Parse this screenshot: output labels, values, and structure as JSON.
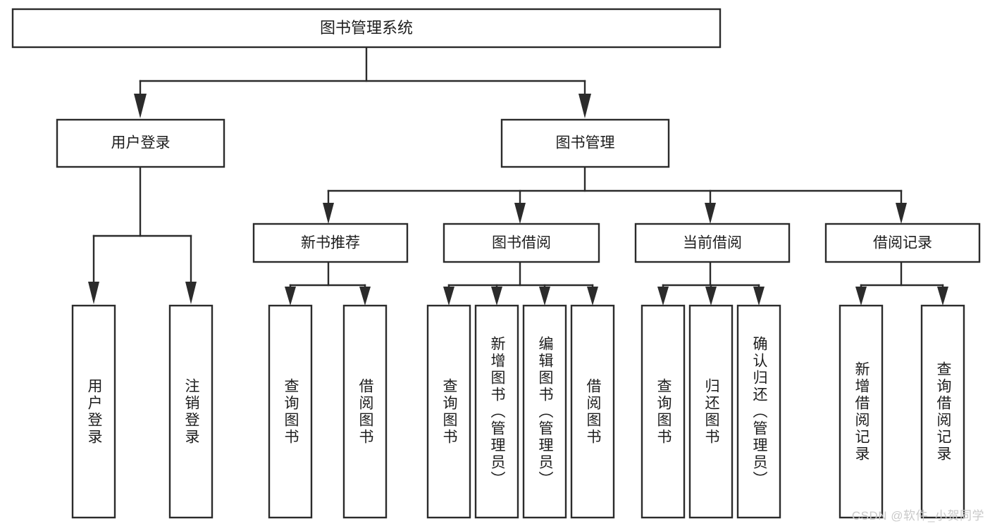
{
  "diagram": {
    "type": "tree-hierarchy",
    "title": "图书管理系统",
    "watermark": "CSDN @软件_小贺同学",
    "colors": {
      "stroke": "#2b2b2b",
      "fill": "#ffffff",
      "text": "#1d1d1d",
      "watermark": "#c9c9c9"
    },
    "root": {
      "label": "图书管理系统"
    },
    "level2": [
      {
        "label": "用户登录"
      },
      {
        "label": "图书管理"
      }
    ],
    "level3": [
      {
        "label": "新书推荐"
      },
      {
        "label": "图书借阅"
      },
      {
        "label": "当前借阅"
      },
      {
        "label": "借阅记录"
      }
    ],
    "leaves": {
      "user_login": [
        {
          "label": "用户登录"
        },
        {
          "label": "注销登录"
        }
      ],
      "new_book_recommend": [
        {
          "label": "查询图书"
        },
        {
          "label": "借阅图书"
        }
      ],
      "book_borrow": [
        {
          "label": "查询图书"
        },
        {
          "label": "新增图书（管理员）"
        },
        {
          "label": "编辑图书（管理员）"
        },
        {
          "label": "借阅图书"
        }
      ],
      "current_borrow": [
        {
          "label": "查询图书"
        },
        {
          "label": "归还图书"
        },
        {
          "label": "确认归还（管理员）"
        }
      ],
      "borrow_record": [
        {
          "label": "新增借阅记录"
        },
        {
          "label": "查询借阅记录"
        }
      ]
    }
  }
}
